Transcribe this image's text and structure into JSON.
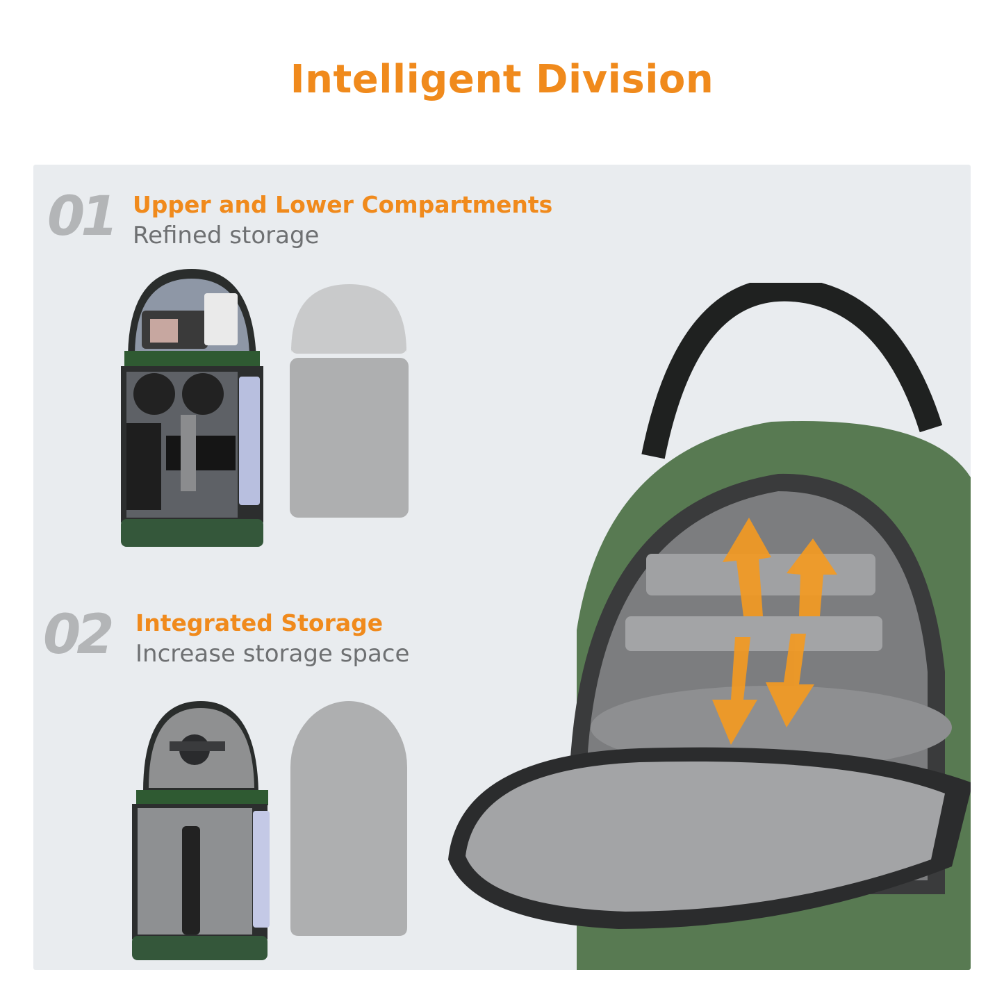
{
  "header": {
    "title": "Intelligent Division"
  },
  "features": [
    {
      "number": "01",
      "title": "Upper and Lower Compartments",
      "subtitle": "Refined storage"
    },
    {
      "number": "02",
      "title": "Integrated Storage",
      "subtitle": "Increase storage space"
    }
  ],
  "icons": {
    "diagram_1": "two-compartment-diagram-icon",
    "diagram_2": "single-compartment-diagram-icon",
    "arrows": "movable-divider-arrows-icon"
  },
  "colors": {
    "accent": "#f08a1c",
    "number_gray": "#b3b5b7",
    "subtitle_gray": "#6e7072",
    "panel_bg": "#e9ecef",
    "bag_green": "#587a52",
    "diagram_light": "#c9cacb",
    "diagram_dark": "#aeafb0"
  }
}
